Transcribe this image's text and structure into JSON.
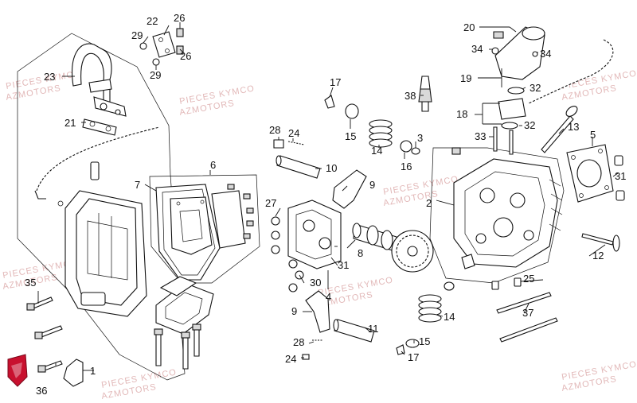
{
  "callouts": [
    {
      "id": "c1",
      "text": "1"
    },
    {
      "id": "c2",
      "text": "2"
    },
    {
      "id": "c3",
      "text": "3"
    },
    {
      "id": "c4",
      "text": "4"
    },
    {
      "id": "c5",
      "text": "5"
    },
    {
      "id": "c6",
      "text": "6"
    },
    {
      "id": "c7",
      "text": "7"
    },
    {
      "id": "c8",
      "text": "8"
    },
    {
      "id": "c9a",
      "text": "9"
    },
    {
      "id": "c9b",
      "text": "9"
    },
    {
      "id": "c10",
      "text": "10"
    },
    {
      "id": "c11",
      "text": "11"
    },
    {
      "id": "c12",
      "text": "12"
    },
    {
      "id": "c13",
      "text": "13"
    },
    {
      "id": "c14a",
      "text": "14"
    },
    {
      "id": "c14b",
      "text": "14"
    },
    {
      "id": "c15a",
      "text": "15"
    },
    {
      "id": "c15b",
      "text": "15"
    },
    {
      "id": "c16",
      "text": "16"
    },
    {
      "id": "c17a",
      "text": "17"
    },
    {
      "id": "c17b",
      "text": "17"
    },
    {
      "id": "c18",
      "text": "18"
    },
    {
      "id": "c19",
      "text": "19"
    },
    {
      "id": "c20",
      "text": "20"
    },
    {
      "id": "c21",
      "text": "21"
    },
    {
      "id": "c22",
      "text": "22"
    },
    {
      "id": "c23",
      "text": "23"
    },
    {
      "id": "c24a",
      "text": "24"
    },
    {
      "id": "c24b",
      "text": "24"
    },
    {
      "id": "c25",
      "text": "25"
    },
    {
      "id": "c26a",
      "text": "26"
    },
    {
      "id": "c26b",
      "text": "26"
    },
    {
      "id": "c27",
      "text": "27"
    },
    {
      "id": "c28a",
      "text": "28"
    },
    {
      "id": "c28b",
      "text": "28"
    },
    {
      "id": "c29a",
      "text": "29"
    },
    {
      "id": "c29b",
      "text": "29"
    },
    {
      "id": "c30",
      "text": "30"
    },
    {
      "id": "c31a",
      "text": "31"
    },
    {
      "id": "c31b",
      "text": "31"
    },
    {
      "id": "c32a",
      "text": "32"
    },
    {
      "id": "c32b",
      "text": "32"
    },
    {
      "id": "c33",
      "text": "33"
    },
    {
      "id": "c34a",
      "text": "34"
    },
    {
      "id": "c34b",
      "text": "34"
    },
    {
      "id": "c35",
      "text": "35"
    },
    {
      "id": "c36",
      "text": "36"
    },
    {
      "id": "c37",
      "text": "37"
    },
    {
      "id": "c38",
      "text": "38"
    }
  ],
  "watermark": {
    "line1": "PIECES KYMCO",
    "line2": "AZMOTORS"
  },
  "colors": {
    "ink": "#111111",
    "watermark": "#e2b8b8",
    "logo": "#c8102e"
  }
}
